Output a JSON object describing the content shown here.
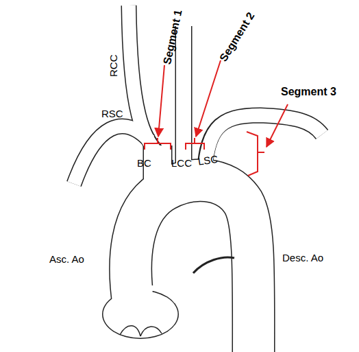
{
  "diagram": {
    "labels": [
      "Segment 1",
      "Segment 2",
      "RCC",
      "RSC",
      "Segment 3",
      "BC",
      "LCC",
      "LSC",
      "Asc. Ao",
      "Desc. Ao"
    ]
  }
}
